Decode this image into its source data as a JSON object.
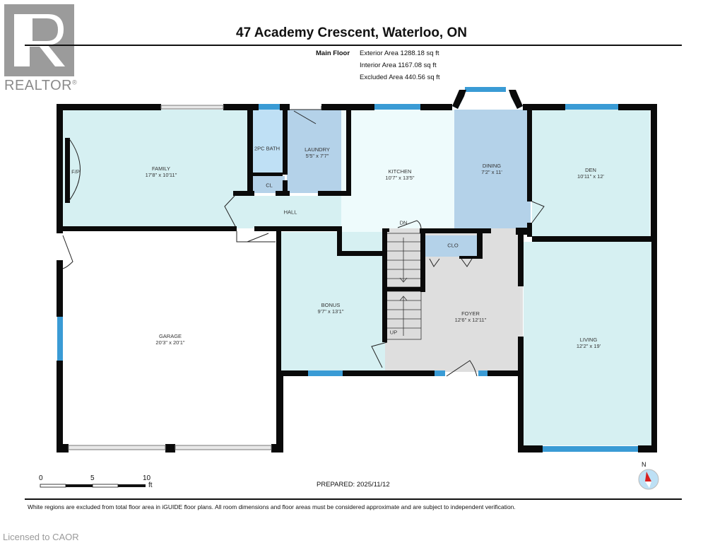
{
  "logo": {
    "name": "REALTOR",
    "mark": "®"
  },
  "header": {
    "title": "47 Academy Crescent, Waterloo, ON",
    "floor_label": "Main Floor",
    "exterior_area": "Exterior Area 1288.18 sq ft",
    "interior_area": "Interior Area 1167.08 sq ft",
    "excluded_area": "Excluded Area 440.56 sq ft"
  },
  "rooms": {
    "family": {
      "name": "FAMILY",
      "dims": "17'8\" x 10'11\""
    },
    "fireplace": {
      "name": "F/P"
    },
    "bath": {
      "name": "2PC BATH"
    },
    "laundry": {
      "name": "LAUNDRY",
      "dims": "5'5\" x 7'7\""
    },
    "cl": {
      "name": "CL"
    },
    "hall": {
      "name": "HALL"
    },
    "kitchen": {
      "name": "KITCHEN",
      "dims": "10'7\" x 13'5\""
    },
    "dining": {
      "name": "DINING",
      "dims": "7'2\" x 11'"
    },
    "den": {
      "name": "DEN",
      "dims": "10'11\" x 12'"
    },
    "bonus": {
      "name": "BONUS",
      "dims": "9'7\" x 13'1\""
    },
    "foyer": {
      "name": "FOYER",
      "dims": "12'6\" x 12'11\""
    },
    "clo": {
      "name": "CLO"
    },
    "living": {
      "name": "LIVING",
      "dims": "12'2\" x 19'"
    },
    "garage": {
      "name": "GARAGE",
      "dims": "20'3\" x 20'1\""
    },
    "stairs_down": {
      "name": "DN"
    },
    "stairs_up": {
      "name": "UP"
    }
  },
  "scale": {
    "ticks": [
      "0",
      "5",
      "10"
    ],
    "unit": "ft"
  },
  "compass": {
    "label": "N"
  },
  "footer": {
    "prepared": "PREPARED: 2025/11/12",
    "disclaimer": "White regions are excluded from total floor area in iGUIDE floor plans. All room dimensions and floor areas must be considered approximate and are subject to independent verification.",
    "license": "Licensed to CAOR"
  },
  "colors": {
    "wall": "#0a0a0a",
    "room_light": "#d6f0f2",
    "room_kitchen": "#eefbfc",
    "room_blue": "#b4d2e9",
    "room_bath": "#bfe0f5",
    "foyer_gray": "#dedede",
    "window": "#3a9bd5",
    "compass_red": "#d81e1e",
    "compass_blue": "#bde0f5"
  }
}
